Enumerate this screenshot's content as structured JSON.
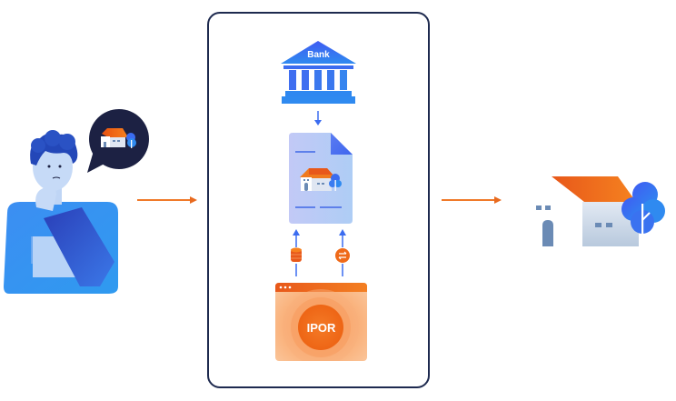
{
  "diagram": {
    "bank_label": "Bank",
    "ipor_label": "IPOR",
    "nodes": [
      {
        "id": "user",
        "description": "person thinking about a house"
      },
      {
        "id": "process",
        "description": "bank, mortgage document, IPOR oracle"
      },
      {
        "id": "home",
        "description": "house with tree"
      }
    ],
    "colors": {
      "arrow_orange": "#f07a2a",
      "box_border": "#1e2a4f",
      "primary_blue": "#3b6cf0",
      "bubble_dark": "#1c2143"
    }
  }
}
